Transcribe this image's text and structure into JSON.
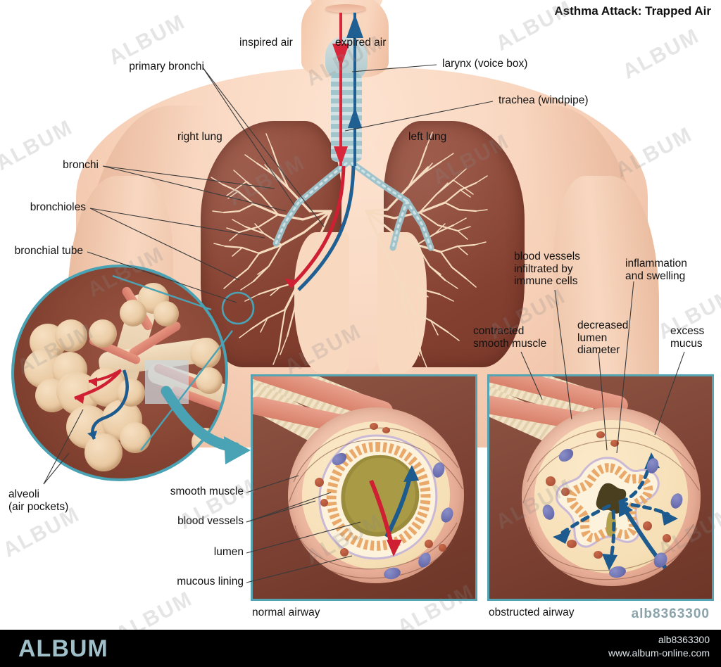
{
  "title": "Asthma Attack: Trapped Air",
  "image_id": "alb8363300",
  "colors": {
    "accent_teal": "#55a4b4",
    "lung_tissue": "#8a4433",
    "bronchial_tree": "#f5dcc0",
    "skin": "#f9d8c0",
    "inspired_arrow": "#d8273a",
    "expired_arrow": "#1f5f92",
    "footer_bg": "#000000",
    "footer_logo": "#9fbfc9"
  },
  "labels": {
    "inspired_air": "inspired air",
    "expired_air": "expired air",
    "primary_bronchi": "primary bronchi",
    "larynx": "larynx (voice box)",
    "trachea": "trachea (windpipe)",
    "right_lung": "right lung",
    "left_lung": "left lung",
    "bronchi": "bronchi",
    "bronchioles": "bronchioles",
    "bronchial_tube": "bronchial tube",
    "alveoli": "alveoli\n(air pockets)",
    "smooth_muscle": "smooth muscle",
    "blood_vessels": "blood vessels",
    "lumen": "lumen",
    "mucous_lining": "mucous lining",
    "contracted_smooth_muscle": "contracted\nsmooth muscle",
    "blood_vessels_infiltrated": "blood vessels\ninfiltrated by\nimmune cells",
    "decreased_lumen_diameter": "decreased\nlumen\ndiameter",
    "inflammation_and_swelling": "inflammation\nand swelling",
    "excess_mucus": "excess\nmucus"
  },
  "captions": {
    "normal_airway": "normal airway",
    "obstructed_airway": "obstructed airway"
  },
  "footer": {
    "logo": "ALBUM",
    "id": "alb8363300",
    "url": "www.album-online.com"
  },
  "watermark": {
    "text": "ALBUM"
  }
}
